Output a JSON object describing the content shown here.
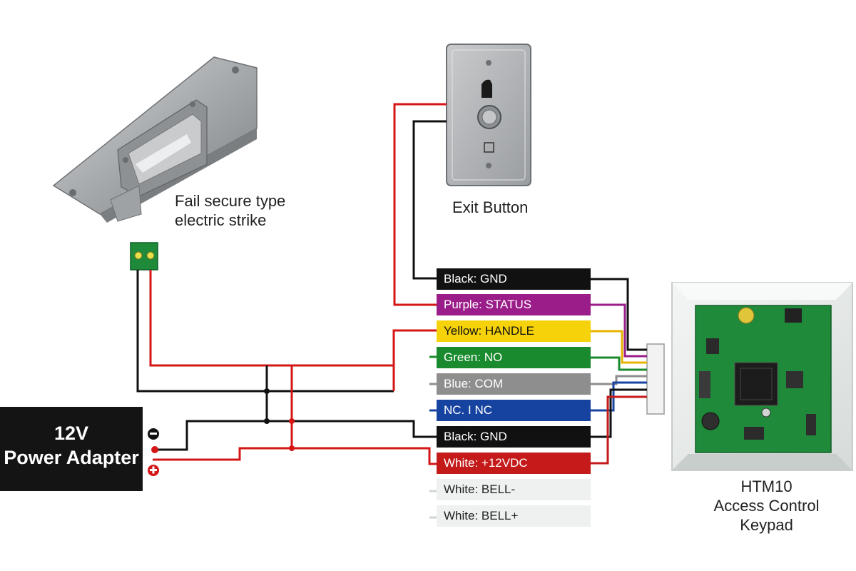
{
  "labels": {
    "strike": [
      "Fail secure type",
      "electric strike"
    ],
    "exit_button": "Exit Button",
    "adapter": [
      "12V",
      "Power Adapter"
    ],
    "keypad": [
      "HTM10",
      "Access Control Keypad"
    ],
    "adapter_minus": "−",
    "adapter_plus": "+"
  },
  "wires": [
    {
      "text": "Black: GND",
      "bg": "#111111",
      "fg": "#ffffff",
      "wire": "#111111"
    },
    {
      "text": "Purple: STATUS",
      "bg": "#9b1d8a",
      "fg": "#ffffff",
      "wire": "#9b1d8a"
    },
    {
      "text": "Yellow: HANDLE",
      "bg": "#f5d20a",
      "fg": "#111111",
      "wire": "#e8b200"
    },
    {
      "text": "Green: NO",
      "bg": "#1a8a2e",
      "fg": "#ffffff",
      "wire": "#1a8a2e"
    },
    {
      "text": "Blue: COM",
      "bg": "#8e8e8e",
      "fg": "#ffffff",
      "wire": "#8e8e8e"
    },
    {
      "text": "NC. I NC",
      "bg": "#1743a0",
      "fg": "#ffffff",
      "wire": "#1743a0"
    },
    {
      "text": "Black: GND",
      "bg": "#111111",
      "fg": "#ffffff",
      "wire": "#111111"
    },
    {
      "text": "White: +12VDC",
      "bg": "#c41a1a",
      "fg": "#ffffff",
      "wire": "#c41a1a"
    },
    {
      "text": "White: BELL-",
      "bg": "#eef1ef",
      "fg": "#222222",
      "wire": "#cfd4d2"
    },
    {
      "text": "White: BELL+",
      "bg": "#eef1ef",
      "fg": "#222222",
      "wire": "#cfd4d2"
    }
  ],
  "colors": {
    "red": "#d41616",
    "black": "#111111",
    "pcb": "#1f8a3a",
    "metal": "#a7aaac"
  }
}
